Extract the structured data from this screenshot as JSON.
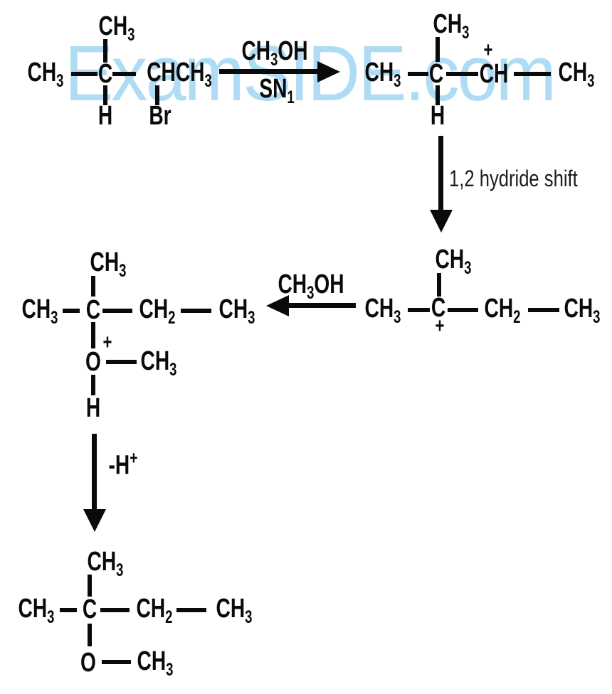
{
  "watermark": {
    "text": "ExamSIDE.com",
    "color": "#AFDCF5"
  },
  "colors": {
    "ink": "#0a0a0a",
    "note_ink": "#1c1c1c",
    "background": "#ffffff"
  },
  "fragments": {
    "ch": "CH",
    "c": "C",
    "h": "H",
    "o": "O",
    "br": "Br",
    "chch": "CHCH",
    "oh": "OH",
    "sn": "SN",
    "minus_h": "-H",
    "plus": "+",
    "sub1": "1",
    "sub2": "2",
    "sub3": "3"
  },
  "labels": {
    "hydride_shift": "1,2 hydride shift"
  }
}
